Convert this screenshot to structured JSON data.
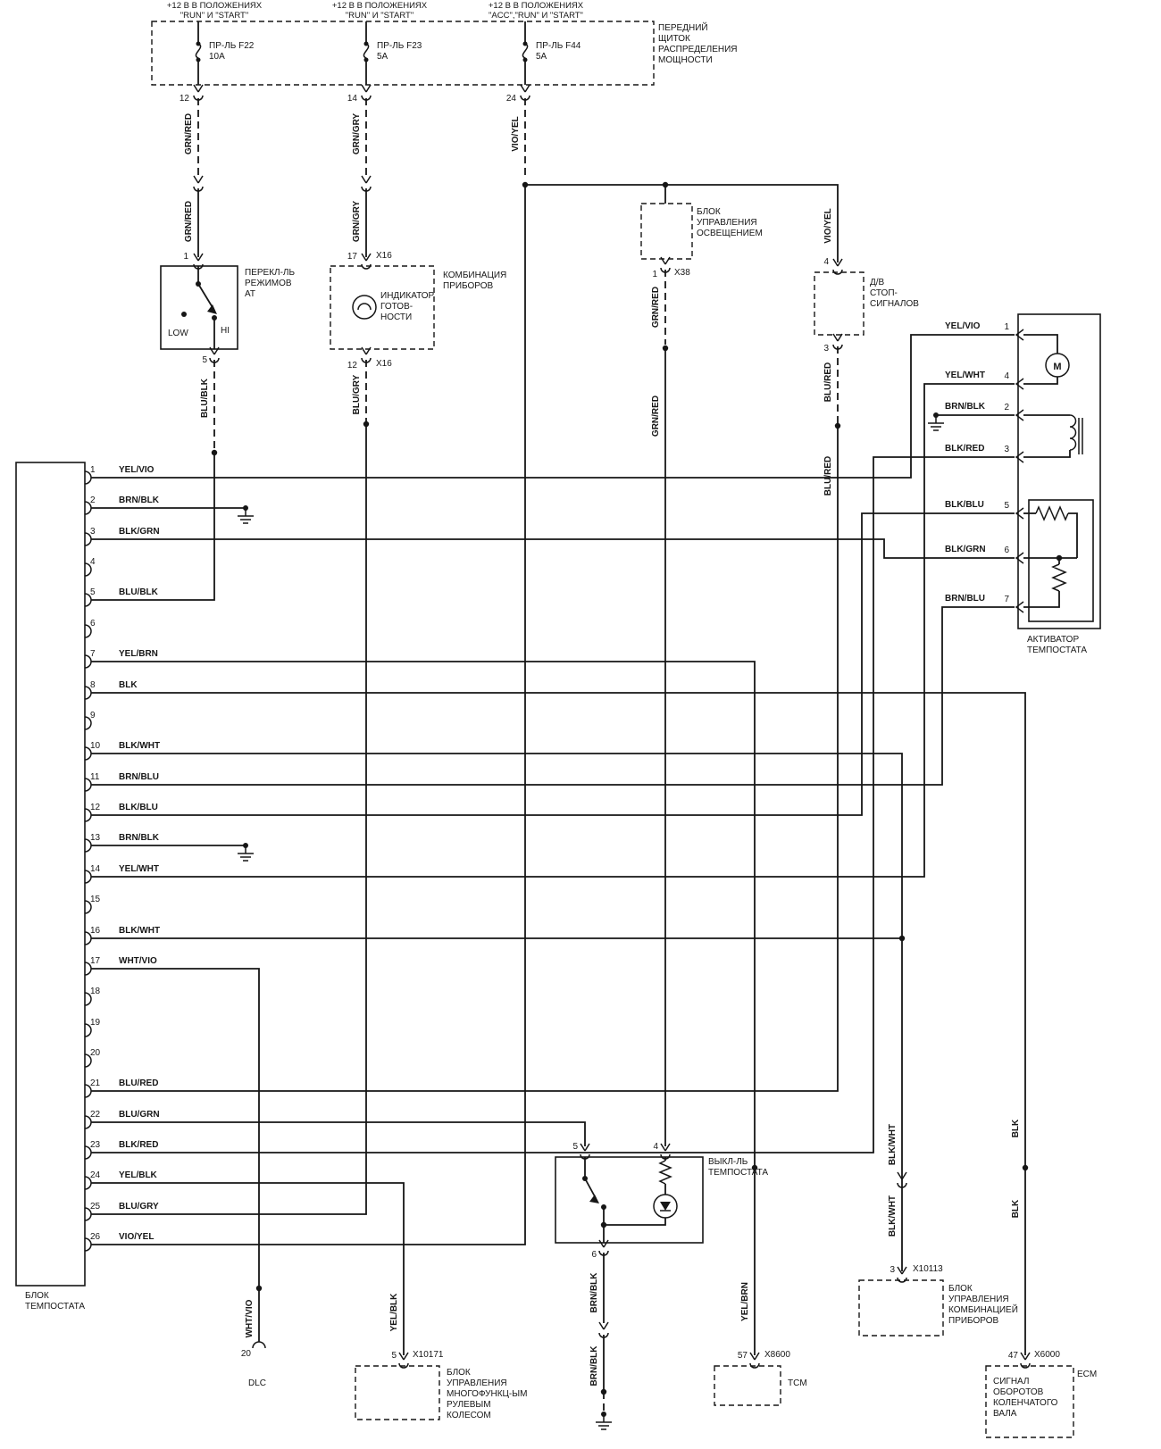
{
  "ink": "#161616",
  "bg": "#ffffff",
  "panel": {
    "label": [
      "ПЕРЕДНИЙ",
      "ЩИТОК",
      "РАСПРЕДЕЛЕНИЯ",
      "МОЩНОСТИ"
    ],
    "feeds": [
      {
        "h1": "+12 В В ПОЛОЖЕНИЯХ",
        "h2": "\"RUN\" И \"START\"",
        "fuse": "ПР-ЛЬ F22",
        "amp": "10A",
        "pin": "12",
        "wire": "GRN/RED"
      },
      {
        "h1": "+12 В В ПОЛОЖЕНИЯХ",
        "h2": "\"RUN\" И \"START\"",
        "fuse": "ПР-ЛЬ F23",
        "amp": "5A",
        "pin": "14",
        "wire": "GRN/GRY"
      },
      {
        "h1": "+12 В В ПОЛОЖЕНИЯХ",
        "h2": "\"ACC\",\"RUN\" И \"START\"",
        "fuse": "ПР-ЛЬ F44",
        "amp": "5A",
        "pin": "24",
        "wire": "VIO/YEL"
      }
    ]
  },
  "at_switch": {
    "label": [
      "ПЕРЕКЛ-ЛЬ",
      "РЕЖИМОВ",
      "АТ"
    ],
    "pin_in": "1",
    "pin_out": "5",
    "low": "LOW",
    "hi": "HI",
    "wire_out": "BLU/BLK"
  },
  "cluster": {
    "label": [
      "КОМБИНАЦИЯ",
      "ПРИБОРОВ"
    ],
    "indicator": [
      "ИНДИКАТОР",
      "ГОТОВ-",
      "НОСТИ"
    ],
    "pin_in": "17",
    "conn_in": "X16",
    "pin_out": "12",
    "conn_out": "X16",
    "wire_out": "BLU/GRY"
  },
  "light_unit": {
    "label": [
      "БЛОК",
      "УПРАВЛЕНИЯ",
      "ОСВЕЩЕНИЕМ"
    ],
    "pin": "1",
    "conn": "X38",
    "wire": "GRN/RED"
  },
  "stop_switch": {
    "label": [
      "Д/В",
      "СТОП-",
      "СИГНАЛОВ"
    ],
    "pin_in": "4",
    "pin_out": "3",
    "wire_out": "BLU/RED"
  },
  "actuator": {
    "label": [
      "АКТИВАТОР",
      "ТЕМПОСТАТА"
    ],
    "motor": "M",
    "pins": [
      {
        "n": "1",
        "wire": "YEL/VIO"
      },
      {
        "n": "4",
        "wire": "YEL/WHT"
      },
      {
        "n": "2",
        "wire": "BRN/BLK"
      },
      {
        "n": "3",
        "wire": "BLK/RED"
      },
      {
        "n": "5",
        "wire": "BLK/BLU"
      },
      {
        "n": "6",
        "wire": "BLK/GRN"
      },
      {
        "n": "7",
        "wire": "BRN/BLU"
      }
    ]
  },
  "module": {
    "label": [
      "БЛОК",
      "ТЕМПОСТАТА"
    ],
    "pins": [
      {
        "n": "1",
        "wire": "YEL/VIO"
      },
      {
        "n": "2",
        "wire": "BRN/BLK"
      },
      {
        "n": "3",
        "wire": "BLK/GRN"
      },
      {
        "n": "4",
        "wire": ""
      },
      {
        "n": "5",
        "wire": "BLU/BLK"
      },
      {
        "n": "6",
        "wire": ""
      },
      {
        "n": "7",
        "wire": "YEL/BRN"
      },
      {
        "n": "8",
        "wire": "BLK"
      },
      {
        "n": "9",
        "wire": ""
      },
      {
        "n": "10",
        "wire": "BLK/WHT"
      },
      {
        "n": "11",
        "wire": "BRN/BLU"
      },
      {
        "n": "12",
        "wire": "BLK/BLU"
      },
      {
        "n": "13",
        "wire": "BRN/BLK"
      },
      {
        "n": "14",
        "wire": "YEL/WHT"
      },
      {
        "n": "15",
        "wire": ""
      },
      {
        "n": "16",
        "wire": "BLK/WHT"
      },
      {
        "n": "17",
        "wire": "WHT/VIO"
      },
      {
        "n": "18",
        "wire": ""
      },
      {
        "n": "19",
        "wire": ""
      },
      {
        "n": "20",
        "wire": ""
      },
      {
        "n": "21",
        "wire": "BLU/RED"
      },
      {
        "n": "22",
        "wire": "BLU/GRN"
      },
      {
        "n": "23",
        "wire": "BLK/RED"
      },
      {
        "n": "24",
        "wire": "YEL/BLK"
      },
      {
        "n": "25",
        "wire": "BLU/GRY"
      },
      {
        "n": "26",
        "wire": "VIO/YEL"
      }
    ]
  },
  "cruise_switch": {
    "label": [
      "ВЫКЛ-ЛЬ",
      "ТЕМПОСТАТА"
    ],
    "pin_a": "5",
    "pin_b": "4",
    "pin_out": "6",
    "wire_out": "BRN/BLK"
  },
  "dlc": {
    "pin": "20",
    "label": "DLC",
    "wire": "WHT/VIO"
  },
  "x10171": {
    "pin": "5",
    "conn": "X10171",
    "wire": "YEL/BLK",
    "label": [
      "БЛОК",
      "УПРАВЛЕНИЯ",
      "МНОГОФУНКЦ-ЫМ",
      "РУЛЕВЫМ",
      "КОЛЕСОМ"
    ]
  },
  "tcm": {
    "pin": "57",
    "conn": "X8600",
    "wire": "YEL/BRN",
    "label": "TCM"
  },
  "x10113": {
    "pin": "3",
    "conn": "X10113",
    "wire": "BLK/WHT",
    "label": [
      "БЛОК",
      "УПРАВЛЕНИЯ",
      "КОМБИНАЦИЕЙ",
      "ПРИБОРОВ"
    ]
  },
  "ecm": {
    "pin": "47",
    "conn": "X6000",
    "wire": "BLK",
    "label": "ECM",
    "signal": [
      "СИГНАЛ",
      "ОБОРОТОВ",
      "КОЛЕНЧАТОГО",
      "ВАЛА"
    ]
  }
}
